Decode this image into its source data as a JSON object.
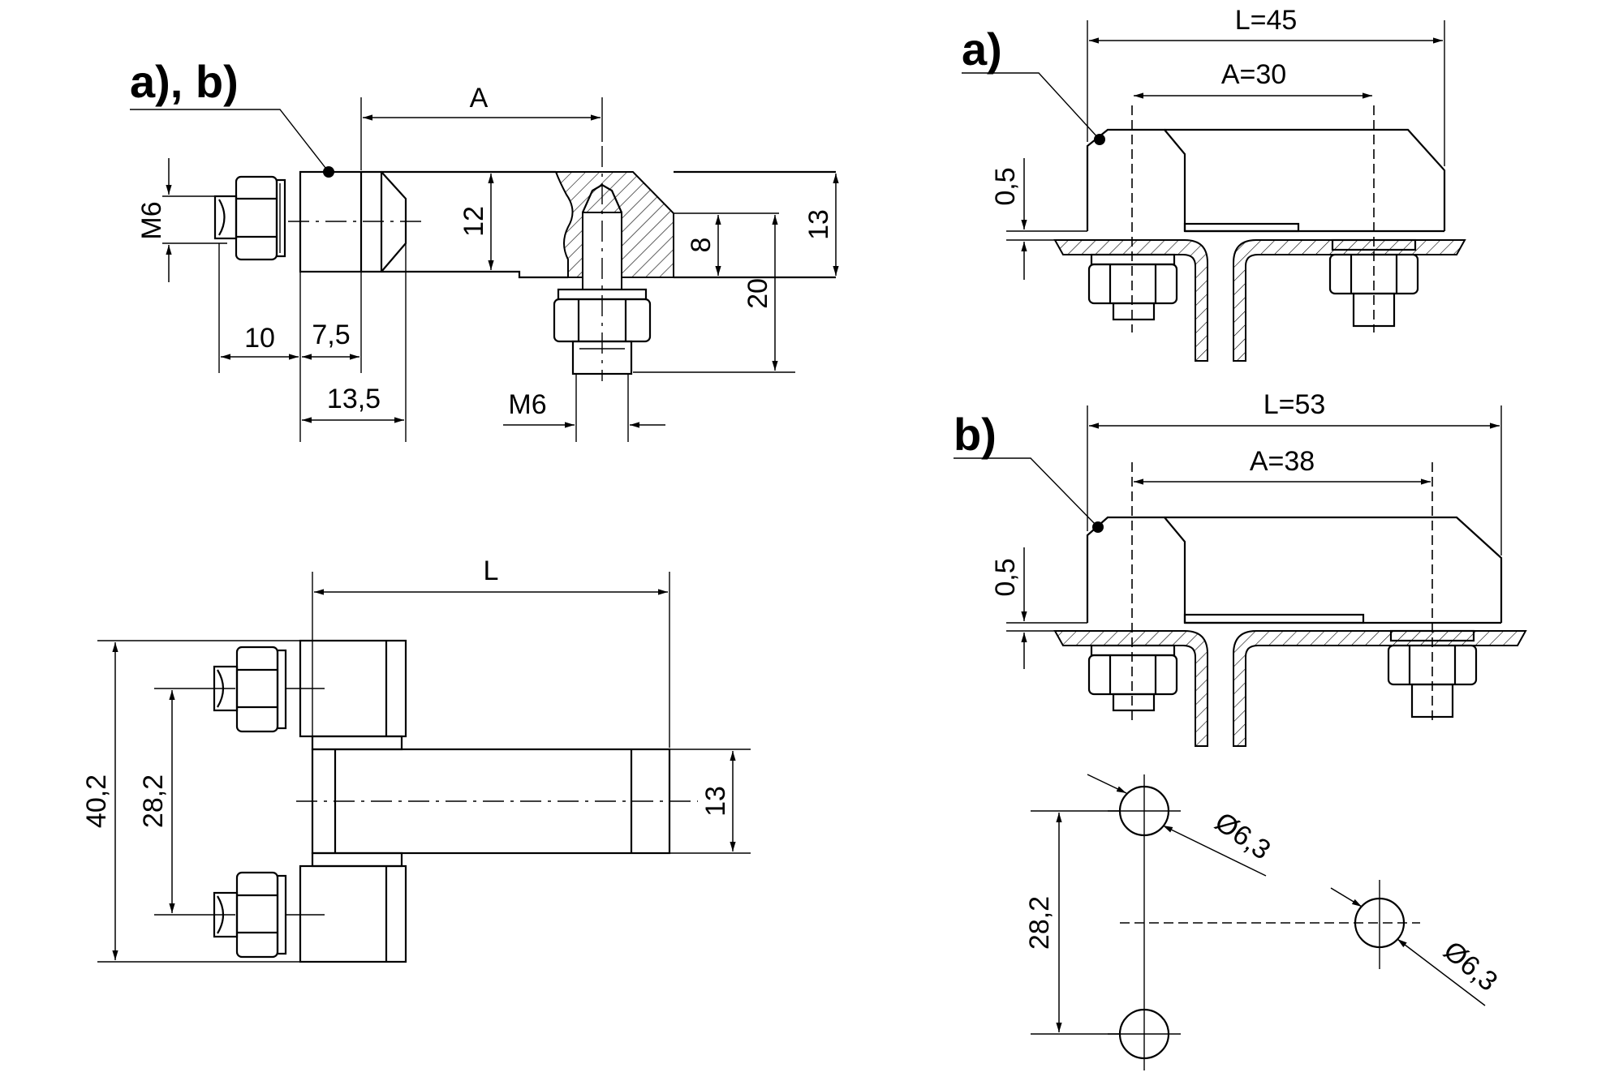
{
  "labels": {
    "ab": "a), b)",
    "a": "a)",
    "b": "b)"
  },
  "dims": {
    "A": "A",
    "M6_left": "M6",
    "d12": "12",
    "d8": "8",
    "d13_top": "13",
    "d20": "20",
    "d10": "10",
    "d7_5": "7,5",
    "d13_5": "13,5",
    "M6_bottom": "M6",
    "L": "L",
    "d40_2": "40,2",
    "d28_2_left": "28,2",
    "d13_plan": "13",
    "L45": "L=45",
    "A30": "A=30",
    "d0_5_a": "0,5",
    "L53": "L=53",
    "A38": "A=38",
    "d0_5_b": "0,5",
    "d28_2_holes": "28,2",
    "phi1": "Ø6,3",
    "phi2": "Ø6,3"
  }
}
